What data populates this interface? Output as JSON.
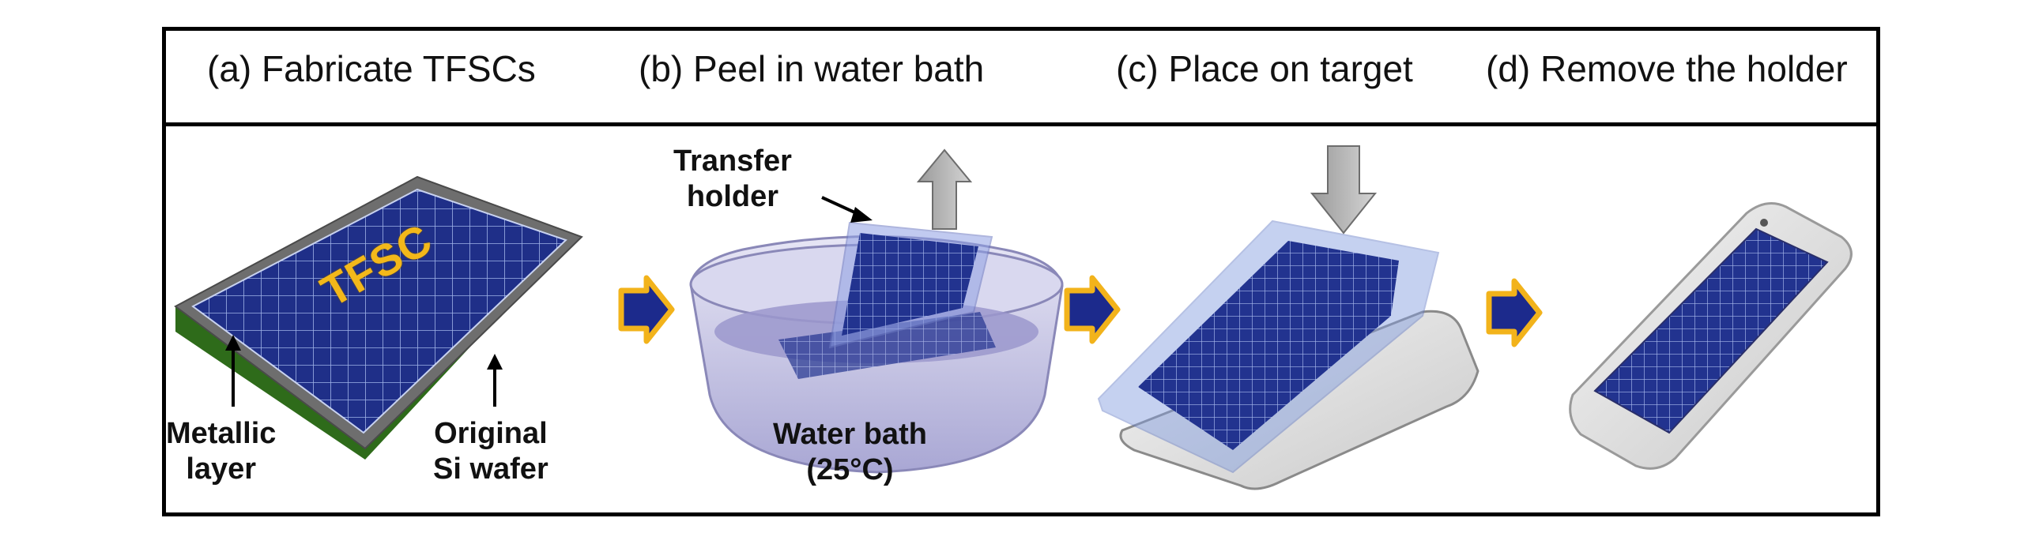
{
  "steps": [
    {
      "title": "(a) Fabricate TFSCs"
    },
    {
      "title": "(b) Peel in water bath"
    },
    {
      "title": "(c) Place on target"
    },
    {
      "title": "(d) Remove the holder"
    }
  ],
  "labels": {
    "tfsc": "TFSC",
    "metallic_layer_1": "Metallic",
    "metallic_layer_2": "layer",
    "si_wafer_1": "Original",
    "si_wafer_2": "Si wafer",
    "transfer_holder_1": "Transfer",
    "transfer_holder_2": "holder",
    "water_bath_1": "Water bath",
    "water_bath_2": "(25°C)"
  },
  "colors": {
    "cell_blue": "#1f2f88",
    "grid_line": "#9fb2e8",
    "wafer_green": "#2e6b1a",
    "metal_gray": "#6e6e6e",
    "arrow_fill": "#1c2a8c",
    "arrow_border": "#f2b31b",
    "tfsc_text": "#f3b81a"
  },
  "icons": [
    "process-arrow-icon",
    "lift-arrow-icon",
    "press-arrow-icon"
  ]
}
